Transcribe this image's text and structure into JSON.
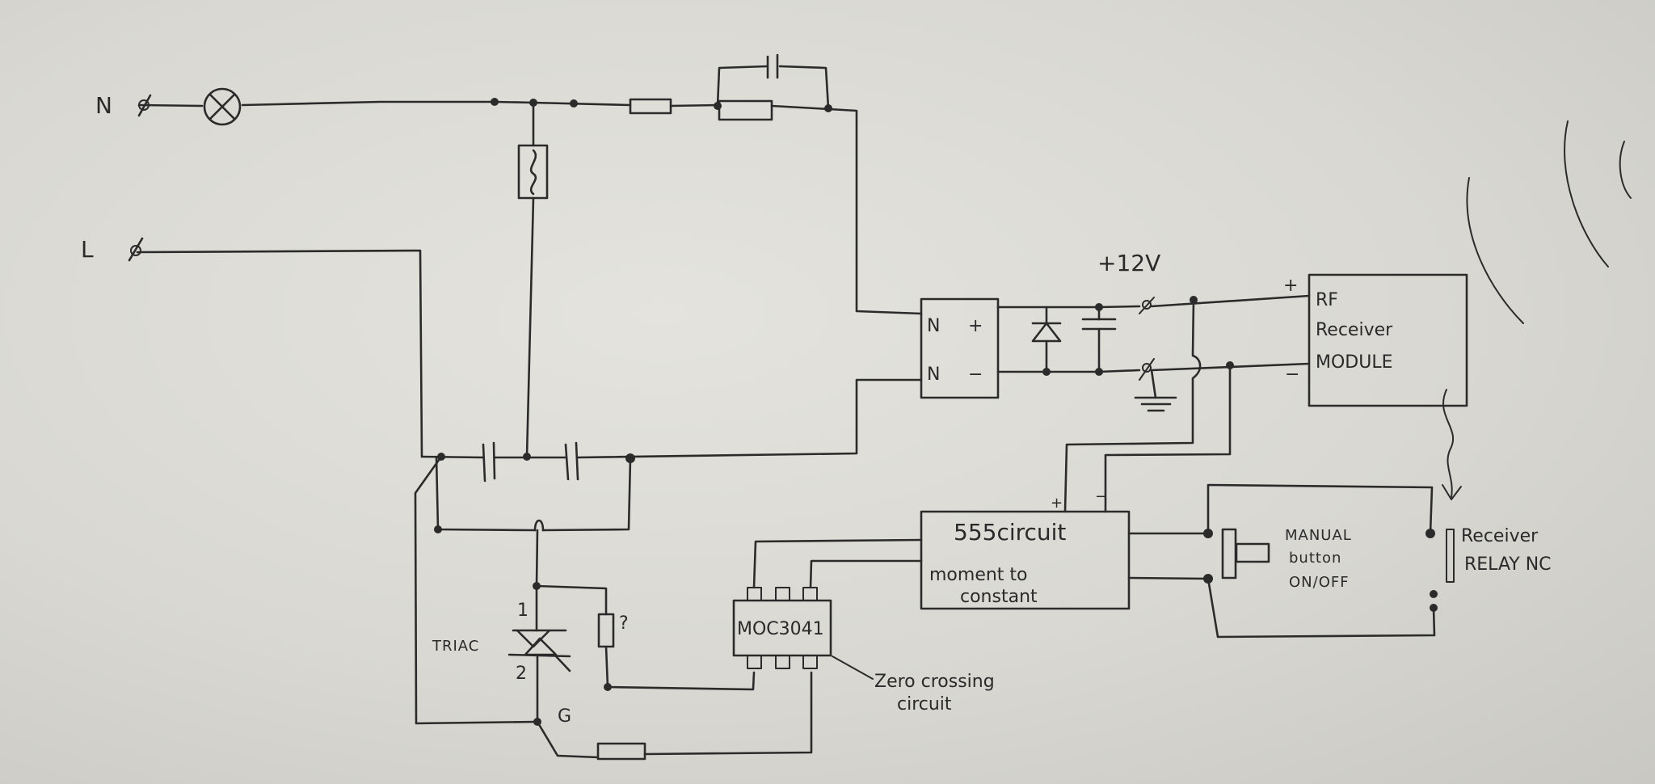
{
  "labels": {
    "neutral": "N",
    "line": "L",
    "plus_12v": "+12V",
    "plus": "+",
    "minus": "−",
    "pwr_n1": "N",
    "pwr_n2": "N",
    "pwr_plus": "+",
    "pwr_minus": "−",
    "rf_line1": "RF",
    "rf_line2": "Receiver",
    "rf_line3": "MODULE",
    "c555_line1": "555circuit",
    "c555_line2": "moment to",
    "c555_line3": "constant",
    "c555_plus": "+",
    "c555_minus": "−",
    "btn_line1": "MANUAL",
    "btn_line2": "button",
    "btn_line3": "ON/OFF",
    "relay_line1": "Receiver",
    "relay_line2": "RELAY NC",
    "triac": "TRIAC",
    "triac_1": "1",
    "triac_2": "2",
    "triac_g": "G",
    "unknown_res": "?",
    "moc": "MOC3041",
    "zc_line1": "Zero crossing",
    "zc_line2": "circuit"
  },
  "components": [
    "lamp-icon",
    "fuse-icon",
    "resistor-icon",
    "capacitor-icon",
    "diode-icon",
    "ground-icon",
    "triac-icon",
    "antenna-waves-icon",
    "switch-icon"
  ]
}
